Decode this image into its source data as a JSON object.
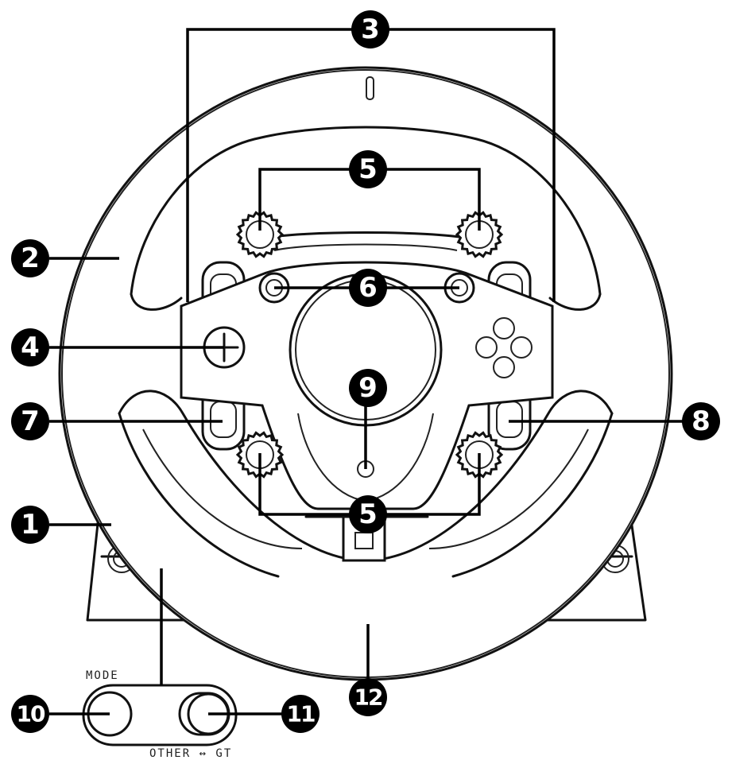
{
  "callouts": [
    {
      "id": "1",
      "text": "1"
    },
    {
      "id": "2",
      "text": "2"
    },
    {
      "id": "3",
      "text": "3"
    },
    {
      "id": "4",
      "text": "4"
    },
    {
      "id": "5a",
      "text": "5"
    },
    {
      "id": "5b",
      "text": "5"
    },
    {
      "id": "6",
      "text": "6"
    },
    {
      "id": "7",
      "text": "7"
    },
    {
      "id": "8",
      "text": "8"
    },
    {
      "id": "9",
      "text": "9"
    },
    {
      "id": "10",
      "text": "10"
    },
    {
      "id": "11",
      "text": "11"
    },
    {
      "id": "12",
      "text": "12"
    }
  ],
  "labels": {
    "mode": "MODE",
    "switch": "OTHER ↔ GT"
  },
  "colors": {
    "ink": "#111111",
    "badge": "#000000",
    "paper": "#ffffff"
  }
}
